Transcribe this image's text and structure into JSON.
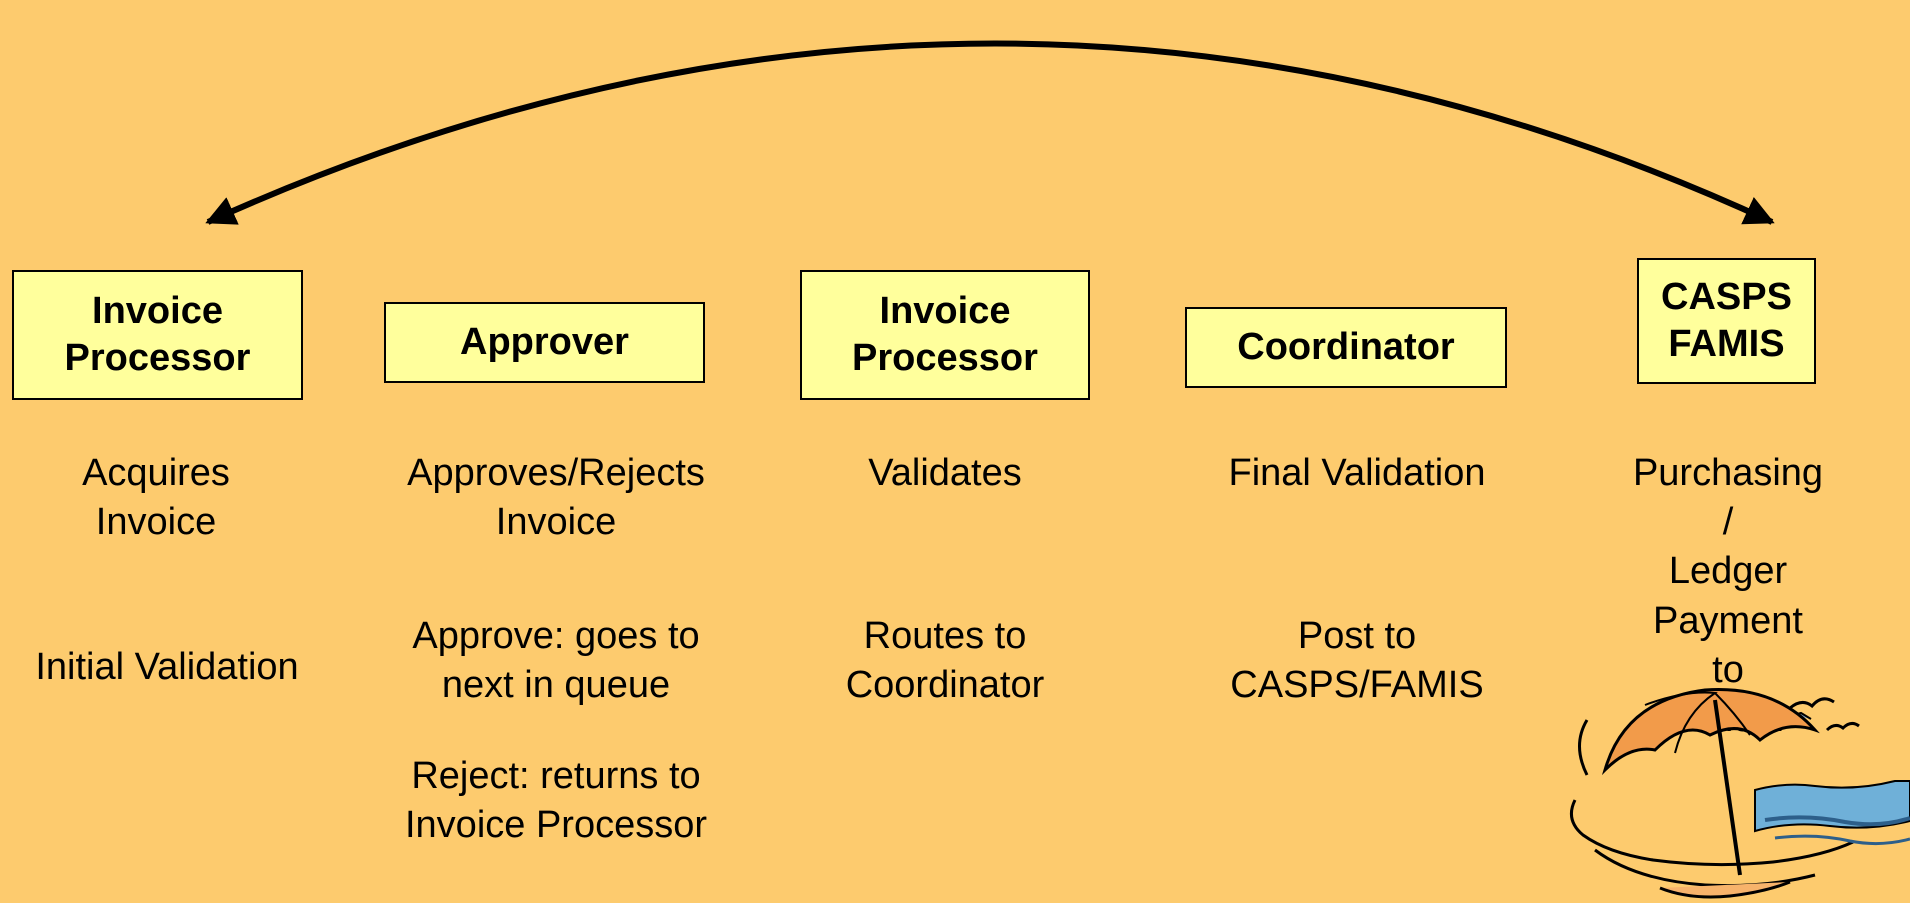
{
  "colors": {
    "background": "#FDCB6E",
    "box_fill": "#FFFF9C",
    "line": "#000000"
  },
  "columns": [
    {
      "role": "Invoice\nProcessor",
      "step1": "Acquires\nInvoice",
      "step2": "Initial Validation",
      "step3": ""
    },
    {
      "role": "Approver",
      "step1": "Approves/Rejects\nInvoice",
      "step2": "Approve: goes to\nnext in queue",
      "step3": "Reject: returns to\nInvoice Processor"
    },
    {
      "role": "Invoice\nProcessor",
      "step1": "Validates",
      "step2": "Routes to\nCoordinator",
      "step3": ""
    },
    {
      "role": "Coordinator",
      "step1": "Final Validation",
      "step2": "Post to\nCASPS/FAMIS",
      "step3": ""
    },
    {
      "role": "CASPS\nFAMIS",
      "step1": "Purchasing /\nLedger",
      "step2": "Payment to\nVendor",
      "step3": ""
    }
  ],
  "clipart": {
    "icon": "beach-umbrella-icon"
  },
  "connector": {
    "icon": "double-headed-arc-arrow-icon"
  }
}
